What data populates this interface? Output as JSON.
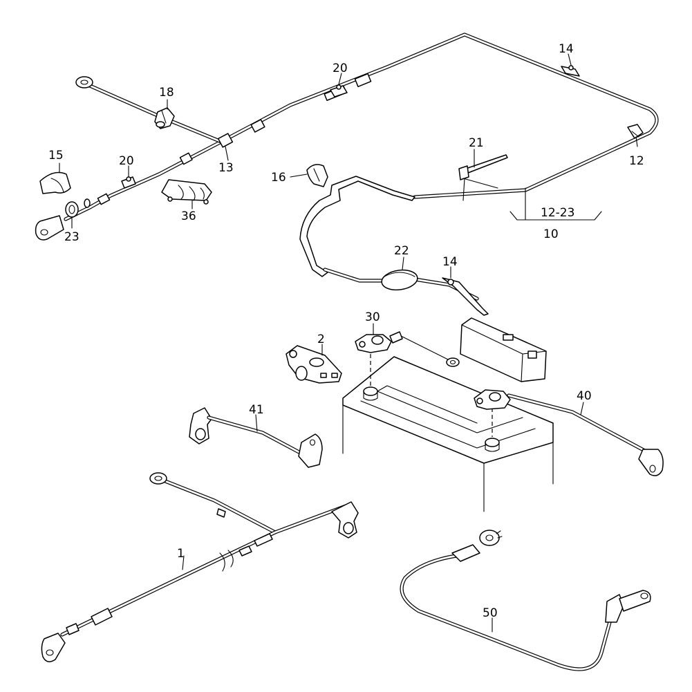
{
  "callouts": {
    "c1": "1",
    "c2": "2",
    "c10": "10",
    "c12": "12",
    "c12_23": "12-23",
    "c13": "13",
    "c14_top": "14",
    "c14_mid": "14",
    "c15": "15",
    "c16": "16",
    "c18": "18",
    "c20_top": "20",
    "c20_left": "20",
    "c21": "21",
    "c22": "22",
    "c23": "23",
    "c30": "30",
    "c36": "36",
    "c40": "40",
    "c41": "41",
    "c50": "50"
  }
}
